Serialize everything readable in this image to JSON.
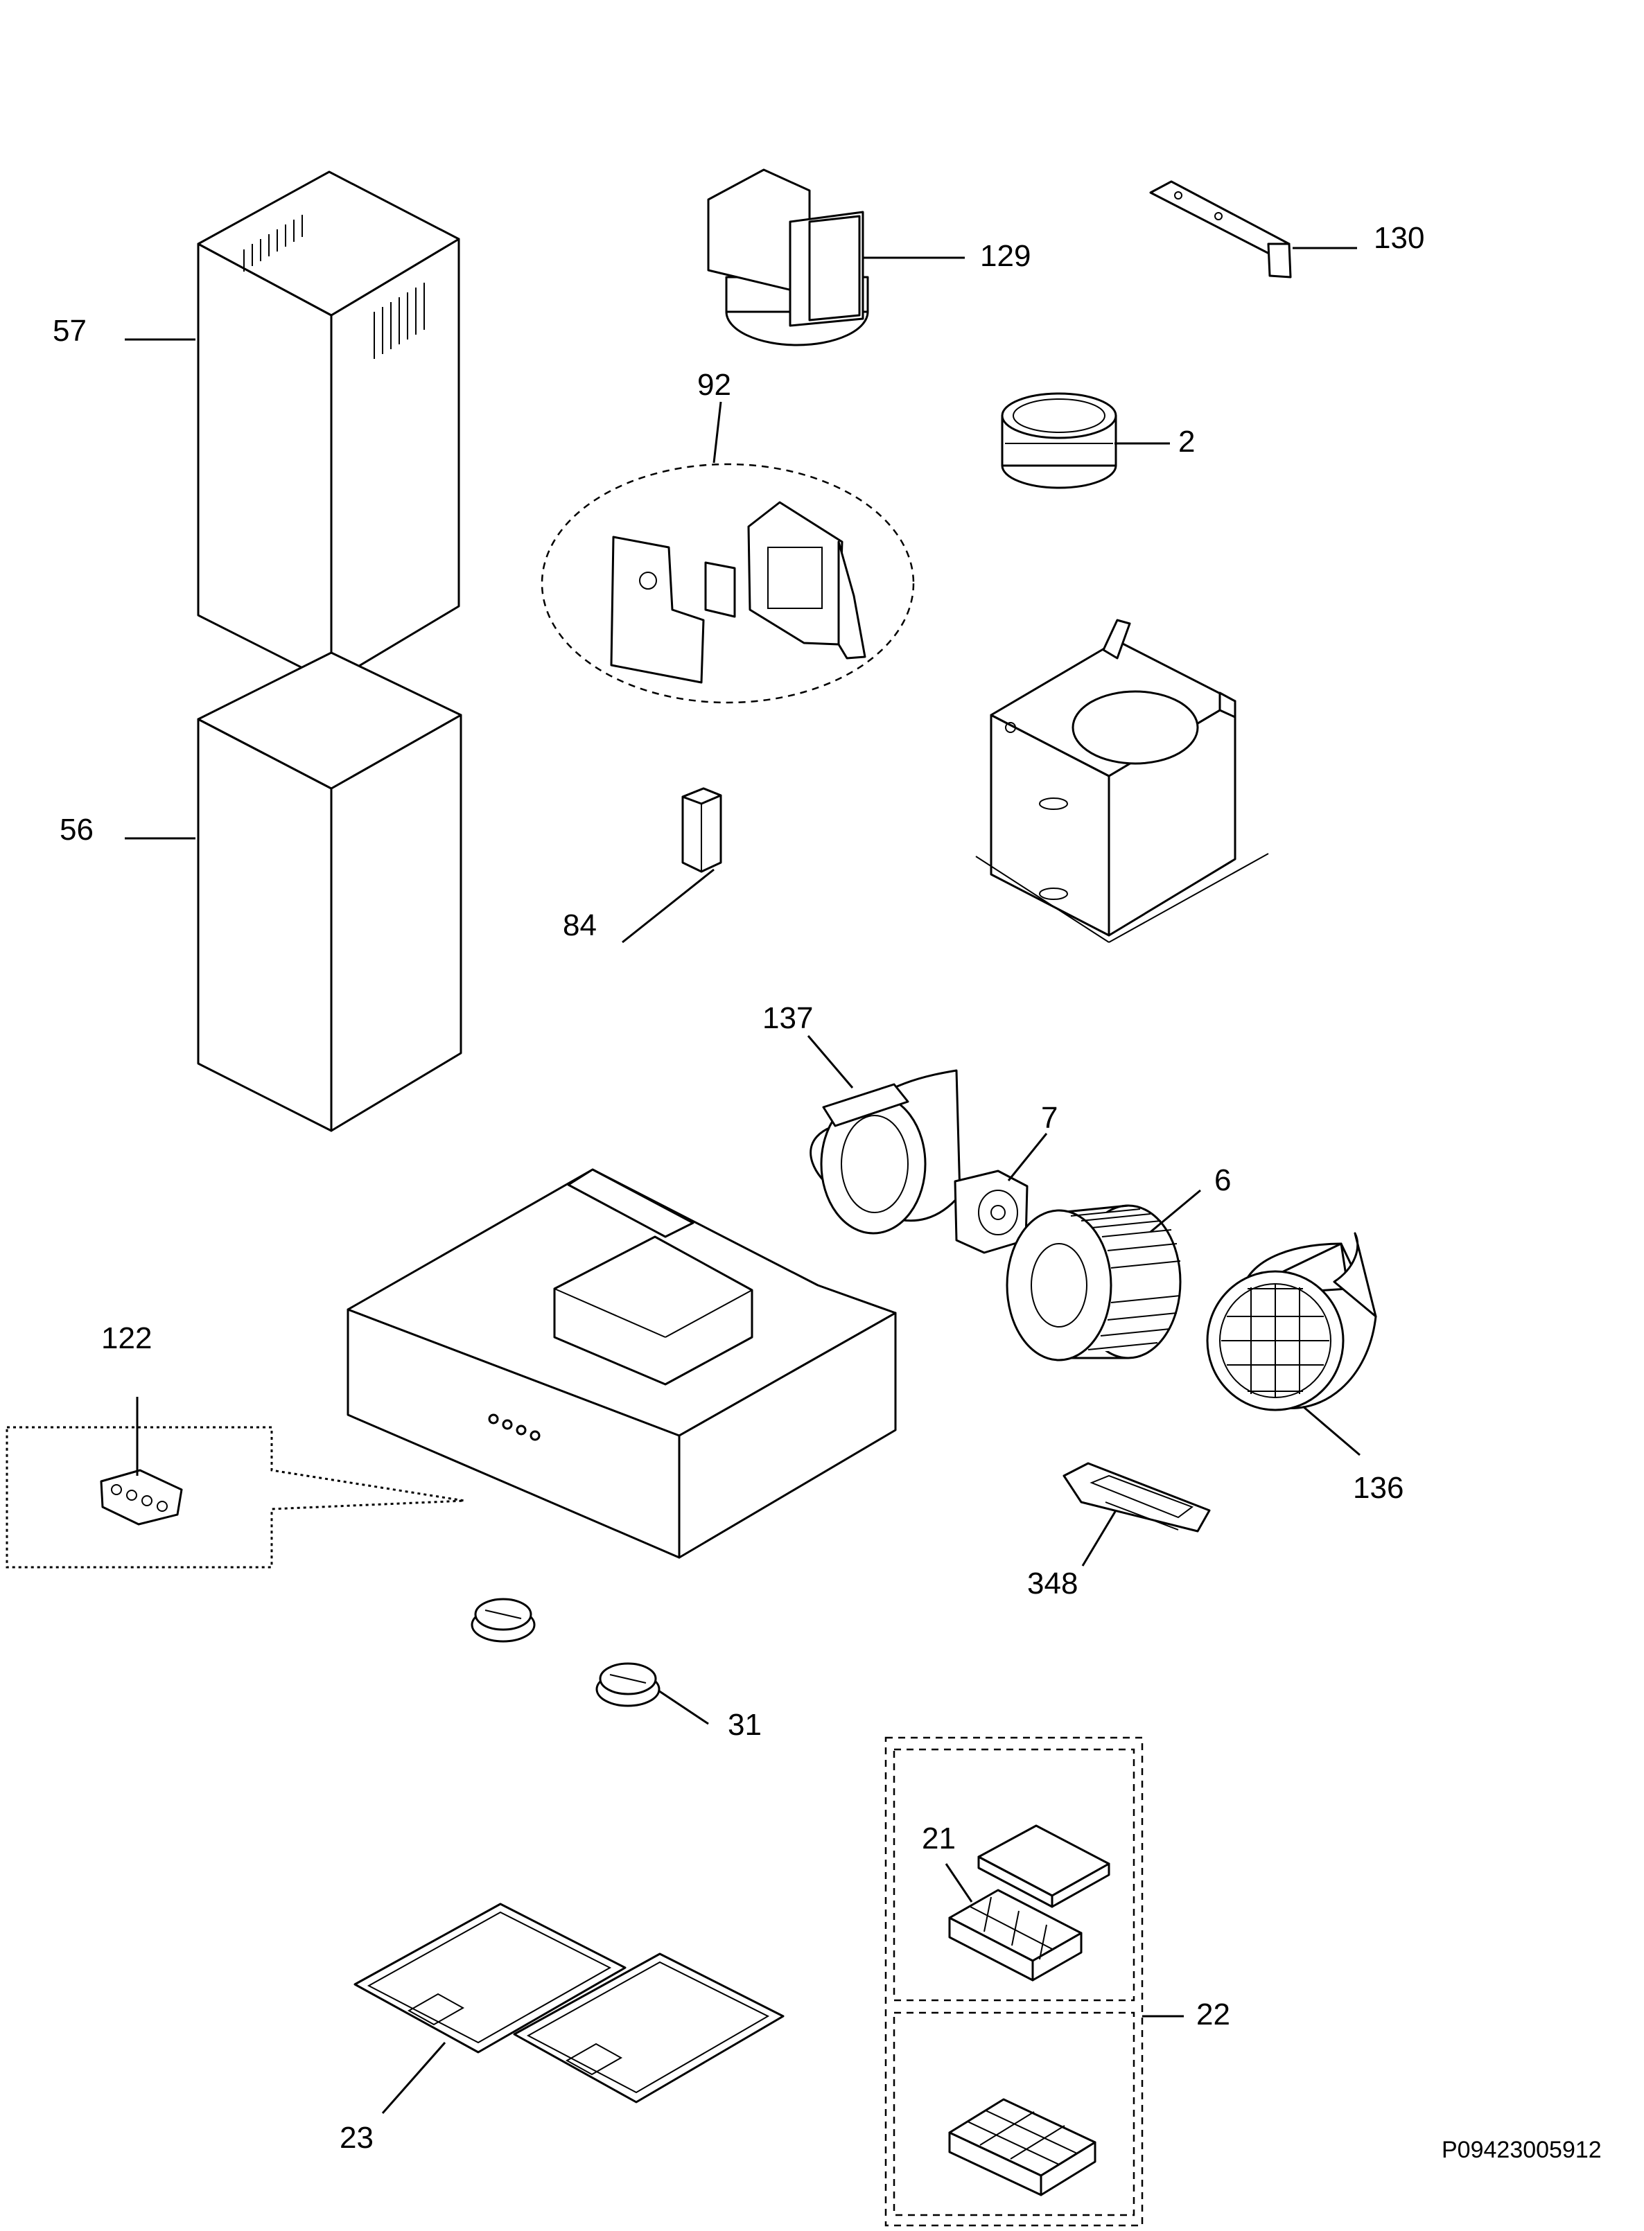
{
  "diagram": {
    "callouts": {
      "c57": "57",
      "c56": "56",
      "c129": "129",
      "c130": "130",
      "c92": "92",
      "c2": "2",
      "c84": "84",
      "c137": "137",
      "c7": "7",
      "c6": "6",
      "c122": "122",
      "c136": "136",
      "c348": "348",
      "c31": "31",
      "c21": "21",
      "c22": "22",
      "c23": "23"
    },
    "drawing_code": "P09423005912"
  }
}
